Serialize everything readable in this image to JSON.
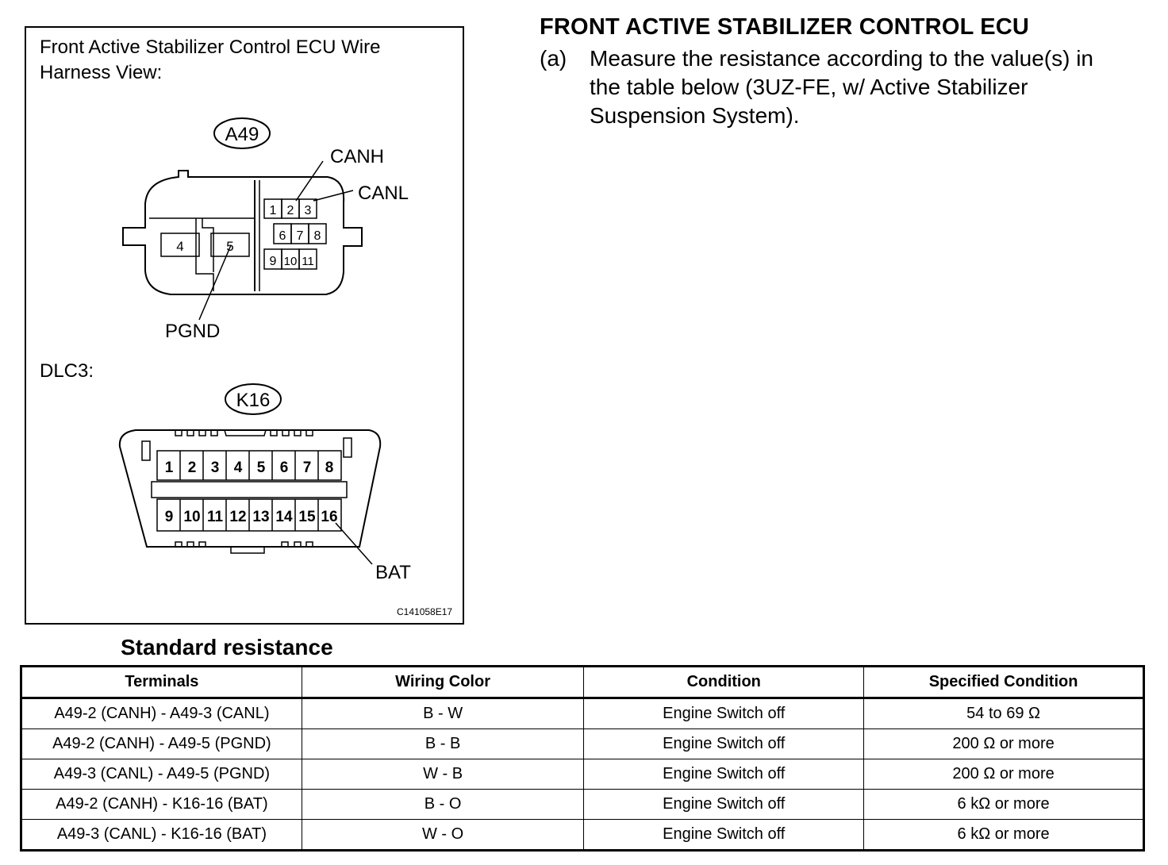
{
  "figure": {
    "title_line1": "Front Active Stabilizer Control ECU Wire",
    "title_line2": "Harness View:",
    "connector_a": {
      "id": "A49",
      "pins": [
        "1",
        "2",
        "3",
        "4",
        "5",
        "6",
        "7",
        "8",
        "9",
        "10",
        "11"
      ],
      "callouts": [
        "CANH",
        "CANL",
        "PGND"
      ]
    },
    "dlc_label": "DLC3:",
    "connector_k": {
      "id": "K16",
      "pins_top": [
        "1",
        "2",
        "3",
        "4",
        "5",
        "6",
        "7",
        "8"
      ],
      "pins_bottom": [
        "9",
        "10",
        "11",
        "12",
        "13",
        "14",
        "15",
        "16"
      ],
      "callout": "BAT"
    },
    "figure_code": "C141058E17"
  },
  "heading": "FRONT ACTIVE STABILIZER CONTROL ECU",
  "step": {
    "label": "(a)",
    "lines": [
      "Measure the resistance according to the value(s) in",
      "the table below (3UZ-FE, w/ Active Stabilizer",
      "Suspension System)."
    ]
  },
  "table": {
    "title": "Standard resistance",
    "headers": [
      "Terminals",
      "Wiring Color",
      "Condition",
      "Specified Condition"
    ],
    "rows": [
      [
        "A49-2 (CANH) - A49-3 (CANL)",
        "B - W",
        "Engine Switch off",
        "54 to 69 Ω"
      ],
      [
        "A49-2 (CANH) - A49-5 (PGND)",
        "B - B",
        "Engine Switch off",
        "200 Ω or more"
      ],
      [
        "A49-3 (CANL) - A49-5 (PGND)",
        "W - B",
        "Engine Switch off",
        "200 Ω or more"
      ],
      [
        "A49-2 (CANH) - K16-16 (BAT)",
        "B - O",
        "Engine Switch off",
        "6 kΩ or more"
      ],
      [
        "A49-3 (CANL) - K16-16 (BAT)",
        "W - O",
        "Engine Switch off",
        "6 kΩ or more"
      ]
    ]
  }
}
